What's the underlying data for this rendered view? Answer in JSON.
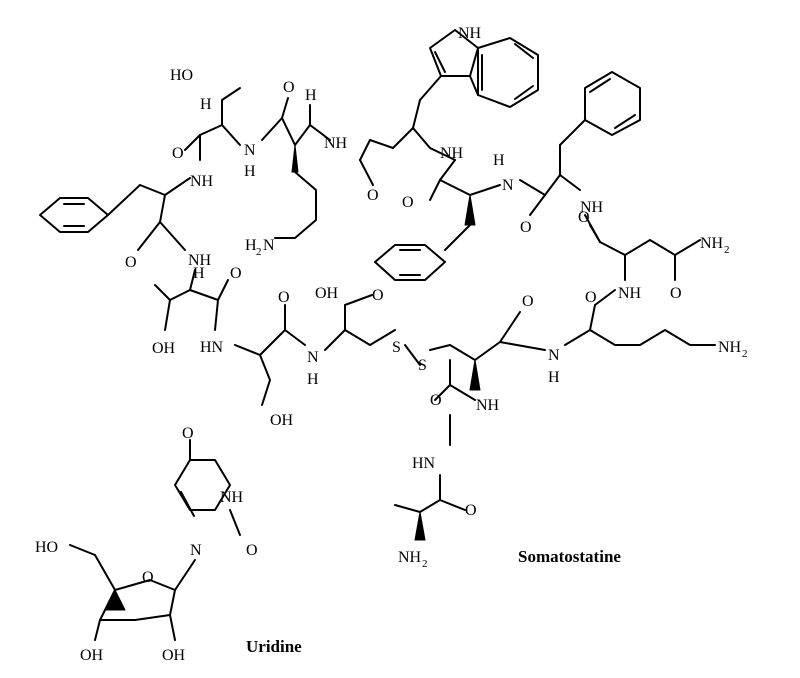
{
  "molecules": {
    "somatostatine": {
      "name": "Somatostatine"
    },
    "uridine": {
      "name": "Uridine"
    }
  },
  "labels": {
    "oh": "OH",
    "ho": "HO",
    "nh": "NH",
    "hn": "HN",
    "n": "N",
    "h": "H",
    "o": "O",
    "s": "S",
    "nh2_n": "NH",
    "h2n_h": "H",
    "h2n_n": "N",
    "sub2": "2"
  }
}
